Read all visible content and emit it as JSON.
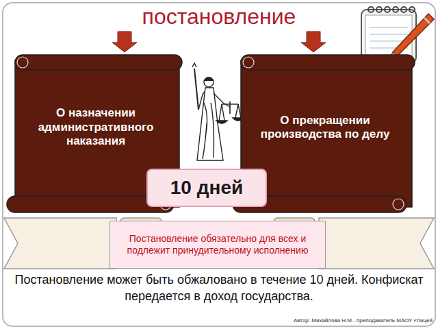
{
  "diagram": {
    "title": "постановление",
    "caption": "Постановление может быть обжаловано в течение 10 дней. Конфискат передается в доход государства.",
    "nodes": [
      {
        "text": [
          "О назначении административного наказания"
        ]
      },
      {
        "text": [
          "О прекращении производства по делу"
        ]
      },
      {
        "text": [
          "10 дней"
        ]
      },
      {
        "text": [
          "Постановление обязательно для всех и подлежит принудительному исполнению"
        ]
      }
    ],
    "labels": [
      "Автор: Михайлова Н.М.- преподаватель МАОУ «Лицей"
    ]
  }
}
